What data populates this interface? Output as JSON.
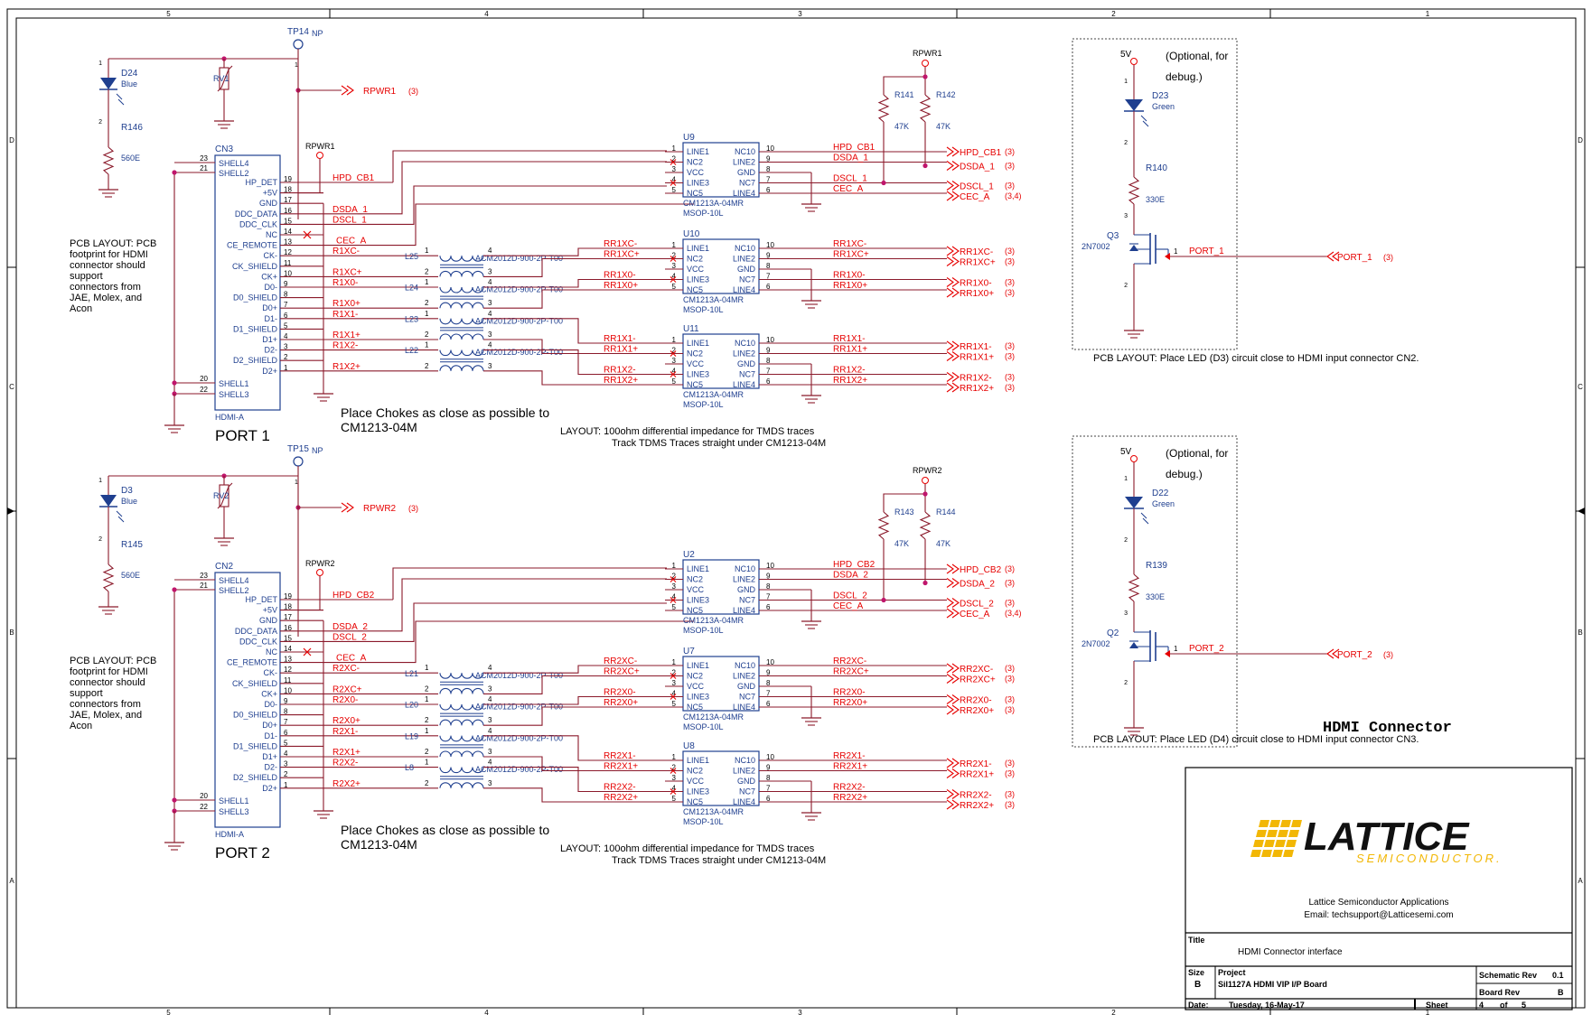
{
  "frame": {
    "cols": [
      "5",
      "4",
      "3",
      "2",
      "1"
    ],
    "rows": [
      "D",
      "C",
      "B",
      "A"
    ]
  },
  "ports": [
    {
      "port_label": "PORT 1",
      "tp": "TP14",
      "tp_np": "NP",
      "led": "D24",
      "led_color": "Blue",
      "rv": "RV1",
      "res": "R146",
      "res_val": "560E",
      "rpwr": "RPWR1",
      "rpwr_ref": "(3)",
      "conn": "CN3",
      "conn_type": "HDMI-A",
      "hpd": "HPD_CB1",
      "dsda": "DSDA_1",
      "dscl": "DSCL_1",
      "cec": "CEC_A",
      "pullup1": "R141",
      "pullup2": "R142",
      "pullup_val": "47K",
      "chips": [
        "U9",
        "U10",
        "U11"
      ],
      "chokes": [
        "L25",
        "L24",
        "L23",
        "L22"
      ],
      "net_l": [
        "R1XC-",
        "R1XC+",
        "R1X0-",
        "R1X0+",
        "R1X1-",
        "R1X1+",
        "R1X2-",
        "R1X2+"
      ],
      "net_m": [
        "RR1XC-",
        "RR1XC+",
        "RR1X0-",
        "RR1X0+",
        "RR1X1-",
        "RR1X1+",
        "RR1X2-",
        "RR1X2+"
      ],
      "hpd_ref": "(3)",
      "dsda_ref": "(3)",
      "dscl_ref": "(3)",
      "cec_ref": "(3,4)",
      "choke_note": "Place Chokes as close as possible to CM1213-04M",
      "layout_note1": "LAYOUT: 100ohm differential impedance for TMDS traces",
      "layout_note2": "Track TDMS Traces straight under CM1213-04M",
      "pcb_note": "PCB LAYOUT:  PCB footprint for HDMI connector should support connectors from JAE, Molex, and Acon"
    },
    {
      "port_label": "PORT 2",
      "tp": "TP15",
      "tp_np": "NP",
      "led": "D3",
      "led_color": "Blue",
      "rv": "RV2",
      "res": "R145",
      "res_val": "560E",
      "rpwr": "RPWR2",
      "rpwr_ref": "(3)",
      "conn": "CN2",
      "conn_type": "HDMI-A",
      "hpd": "HPD_CB2",
      "dsda": "DSDA_2",
      "dscl": "DSCL_2",
      "cec": "CEC_A",
      "pullup1": "R143",
      "pullup2": "R144",
      "pullup_val": "47K",
      "chips": [
        "U2",
        "U7",
        "U8"
      ],
      "chokes": [
        "L21",
        "L20",
        "L19",
        "L8"
      ],
      "net_l": [
        "R2XC-",
        "R2XC+",
        "R2X0-",
        "R2X0+",
        "R2X1-",
        "R2X1+",
        "R2X2-",
        "R2X2+"
      ],
      "net_m": [
        "RR2XC-",
        "RR2XC+",
        "RR2X0-",
        "RR2X0+",
        "RR2X1-",
        "RR2X1+",
        "RR2X2-",
        "RR2X2+"
      ],
      "hpd_ref": "(3)",
      "dsda_ref": "(3)",
      "dscl_ref": "(3)",
      "cec_ref": "(3,4)",
      "choke_note": "Place Chokes as close as possible to CM1213-04M",
      "layout_note1": "LAYOUT: 100ohm differential impedance for TMDS traces",
      "layout_note2": "Track TDMS Traces straight under CM1213-04M",
      "pcb_note": "PCB LAYOUT:  PCB footprint for HDMI connector should support connectors from JAE, Molex, and Acon"
    }
  ],
  "diff_refs": [
    "(3)",
    "(3)",
    "(3)",
    "(3)",
    "(3)",
    "(3)",
    "(3)",
    "(3)"
  ],
  "connector_pins": [
    [
      "19",
      "HP_DET"
    ],
    [
      "18",
      "+5V"
    ],
    [
      "17",
      "GND"
    ],
    [
      "16",
      "DDC_DATA"
    ],
    [
      "15",
      "DDC_CLK"
    ],
    [
      "14",
      "NC"
    ],
    [
      "13",
      "CE_REMOTE"
    ],
    [
      "12",
      "CK-"
    ],
    [
      "11",
      "CK_SHIELD"
    ],
    [
      "10",
      "CK+"
    ],
    [
      "9",
      "D0-"
    ],
    [
      "8",
      "D0_SHIELD"
    ],
    [
      "7",
      "D0+"
    ],
    [
      "6",
      "D1-"
    ],
    [
      "5",
      "D1_SHIELD"
    ],
    [
      "4",
      "D1+"
    ],
    [
      "3",
      "D2-"
    ],
    [
      "2",
      "D2_SHIELD"
    ],
    [
      "1",
      "D2+"
    ]
  ],
  "shell_top": [
    [
      "23",
      "SHELL4"
    ],
    [
      "21",
      "SHELL2"
    ]
  ],
  "shell_bot": [
    [
      "20",
      "SHELL1"
    ],
    [
      "22",
      "SHELL3"
    ]
  ],
  "chip": {
    "left_pins": [
      [
        "1",
        "LINE1"
      ],
      [
        "2",
        "NC2"
      ],
      [
        "3",
        "VCC"
      ],
      [
        "4",
        "LINE3"
      ],
      [
        "5",
        "NC5"
      ]
    ],
    "right_pins": [
      [
        "10",
        "NC10"
      ],
      [
        "9",
        "LINE2"
      ],
      [
        "8",
        "GND"
      ],
      [
        "7",
        "NC7"
      ],
      [
        "6",
        "LINE4"
      ]
    ],
    "part": "CM1213A-04MR",
    "pkg": "MSOP-10L"
  },
  "choke_part": "ACM2012D-900-2P-T00",
  "pin_nums": [
    "1",
    "2",
    "3",
    "4"
  ],
  "debug": [
    {
      "vin": "5V",
      "note1": "(Optional, for",
      "note2": "debug.)",
      "led": "D23",
      "led_color": "Green",
      "res": "R140",
      "res_val": "330E",
      "fet": "Q3",
      "fet_part": "2N7002",
      "net": "PORT_1",
      "net_ref": "(3)",
      "pcb_note": "PCB LAYOUT: Place LED (D3) circuit close to HDMI input connector CN2."
    },
    {
      "vin": "5V",
      "note1": "(Optional, for",
      "note2": "debug.)",
      "led": "D22",
      "led_color": "Green",
      "res": "R139",
      "res_val": "330E",
      "fet": "Q2",
      "fet_part": "2N7002",
      "net": "PORT_2",
      "net_ref": "(3)",
      "pcb_note": "PCB LAYOUT: Place LED (D4) circuit close to  HDMI input connector CN3."
    }
  ],
  "section_title": "HDMI Connector",
  "title_block": {
    "company": "LATTICE",
    "company_sub": "SEMICONDUCTOR.",
    "org": "Lattice Semiconductor Applications",
    "email": "Email: techsupport@Latticesemi.com",
    "title_label": "Title",
    "title": "HDMI Connector interface",
    "size_label": "Size",
    "size": "B",
    "project_label": "Project",
    "project": "SiI1127A  HDMI VIP I/P Board",
    "rev_label": "Schematic Rev",
    "rev": "0.1",
    "board_rev_label": "Board Rev",
    "board_rev": "B",
    "date_label": "Date:",
    "date": "Tuesday, 16-May-17",
    "sheet_label": "Sheet",
    "sheet": "4",
    "of_label": "of",
    "sheets": "5"
  },
  "colors": {
    "wire": "#8b1a2b",
    "net": "#e60000",
    "part": "#1f3f8f",
    "frame": "#000000",
    "accent": "#f2b705"
  }
}
